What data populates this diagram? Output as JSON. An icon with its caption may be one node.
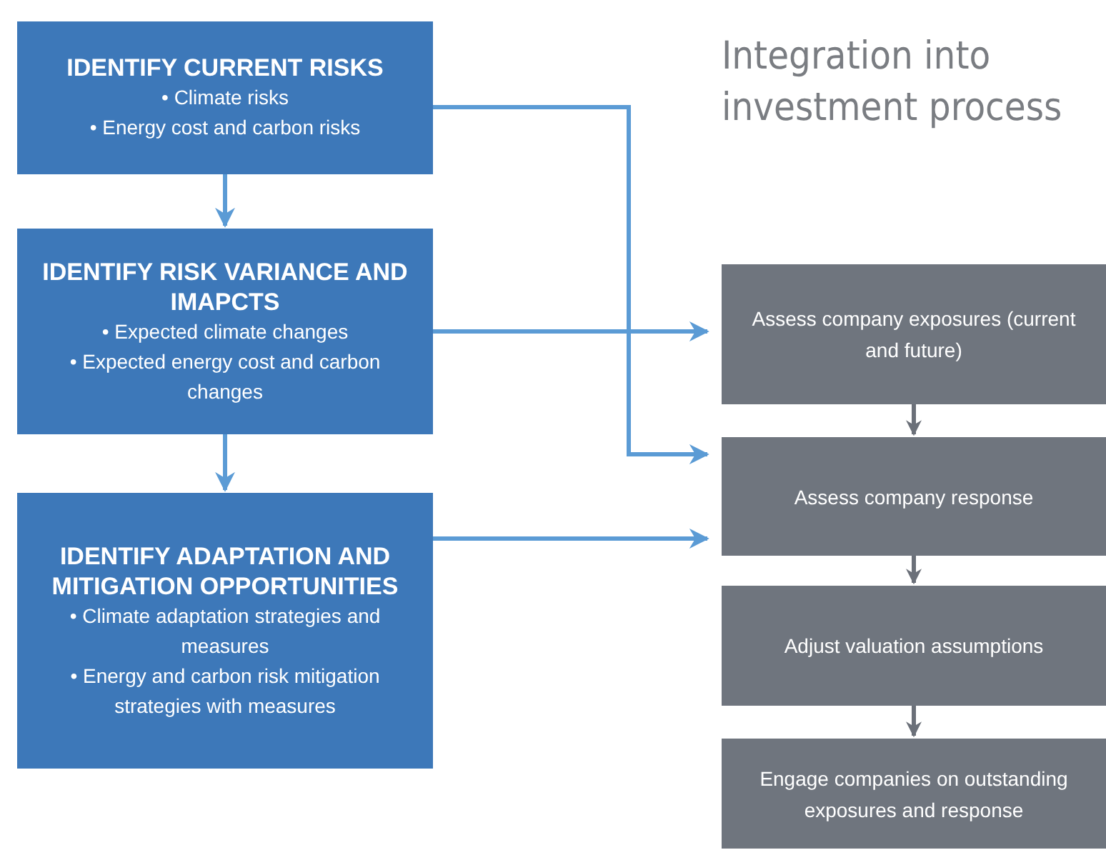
{
  "diagram": {
    "title": "Integration into investment process",
    "nodes": [
      {
        "text": [
          "IDENTIFY CURRENT RISKS",
          "• Climate risks",
          "• Energy cost and carbon risks"
        ]
      },
      {
        "text": [
          "IDENTIFY RISK VARIANCE AND IMAPCTS",
          "• Expected climate changes",
          "• Expected energy cost and carbon changes"
        ]
      },
      {
        "text": [
          "IDENTIFY ADAPTATION AND MITIGATION OPPORTUNITIES",
          "• Climate adaptation strategies and measures",
          "• Energy and carbon risk mitigation strategies with measures"
        ]
      },
      {
        "text": [
          "Assess company exposures (current and future)"
        ]
      },
      {
        "text": [
          "Assess company response"
        ]
      },
      {
        "text": [
          "Adjust valuation assumptions"
        ]
      },
      {
        "text": [
          "Engage companies on outstanding exposures and response"
        ]
      }
    ],
    "edges": [
      {
        "from": 0,
        "to": 1,
        "arrow": "to"
      },
      {
        "from": 1,
        "to": 2,
        "arrow": "to"
      },
      {
        "from": 1,
        "to": 3,
        "arrow": "to"
      },
      {
        "from": 0,
        "to": 4,
        "arrow": "to"
      },
      {
        "from": 2,
        "to": 4,
        "arrow": "to"
      },
      {
        "from": 3,
        "to": 4,
        "arrow": "to",
        "color": "#6b7079"
      },
      {
        "from": 4,
        "to": 5,
        "arrow": "to",
        "color": "#6b7079"
      },
      {
        "from": 5,
        "to": 6,
        "arrow": "to",
        "color": "#6b7079"
      }
    ]
  }
}
